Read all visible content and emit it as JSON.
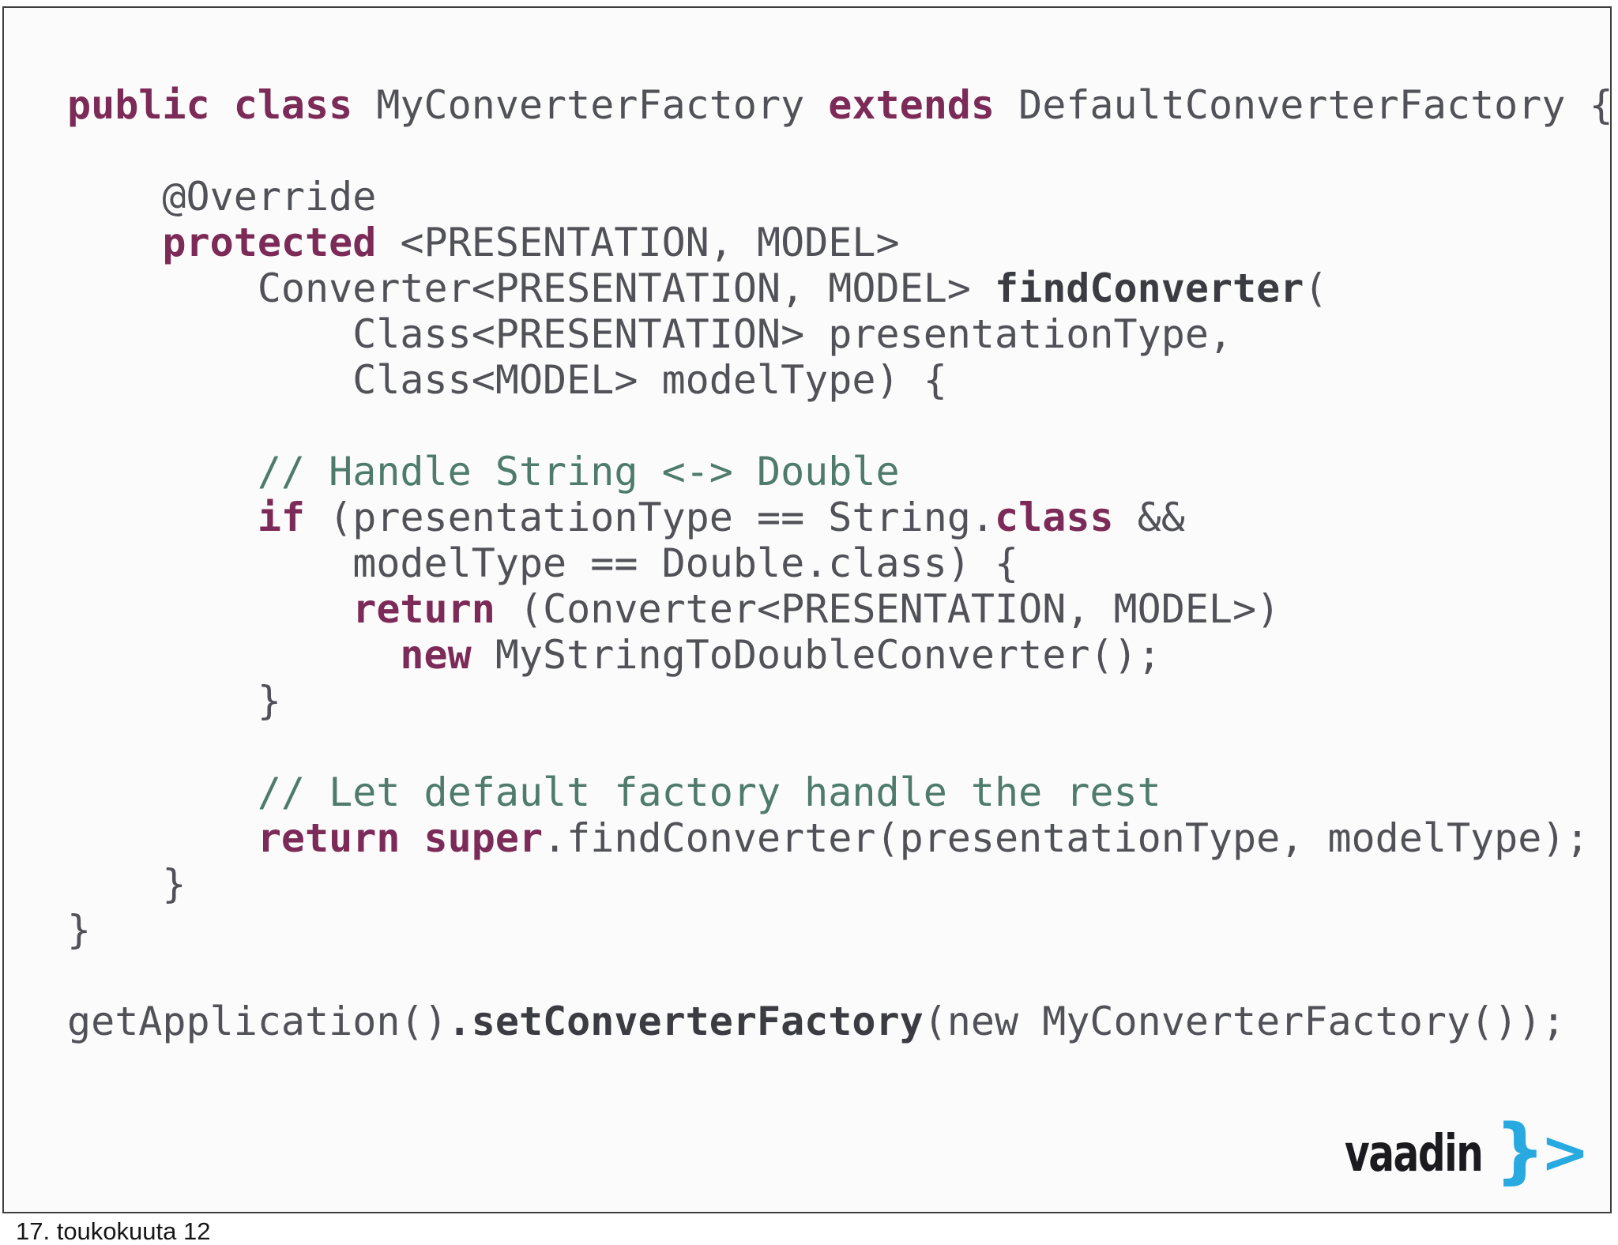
{
  "slide": {
    "code": {
      "lines": [
        {
          "segments": [
            {
              "text": "public class",
              "style": "keyword"
            },
            {
              "text": " MyConverterFactory ",
              "style": "plain"
            },
            {
              "text": "extends",
              "style": "keyword"
            },
            {
              "text": " DefaultConverterFactory {",
              "style": "plain"
            }
          ]
        },
        {
          "segments": []
        },
        {
          "segments": [
            {
              "text": "    @Override",
              "style": "plain"
            }
          ]
        },
        {
          "segments": [
            {
              "text": "    protected",
              "style": "keyword"
            },
            {
              "text": " <PRESENTATION, MODEL>",
              "style": "plain"
            }
          ]
        },
        {
          "segments": [
            {
              "text": "        Converter<PRESENTATION, MODEL> ",
              "style": "plain"
            },
            {
              "text": "findConverter",
              "style": "method"
            },
            {
              "text": "(",
              "style": "plain"
            }
          ]
        },
        {
          "segments": [
            {
              "text": "            Class<PRESENTATION> presentationType,",
              "style": "plain"
            }
          ]
        },
        {
          "segments": [
            {
              "text": "            Class<MODEL> modelType) {",
              "style": "plain"
            }
          ]
        },
        {
          "segments": []
        },
        {
          "segments": [
            {
              "text": "        // Handle String <-> Double",
              "style": "comment"
            }
          ]
        },
        {
          "segments": [
            {
              "text": "        if",
              "style": "keyword"
            },
            {
              "text": " (presentationType == String.",
              "style": "plain"
            },
            {
              "text": "class",
              "style": "keyword"
            },
            {
              "text": " &&",
              "style": "plain"
            }
          ]
        },
        {
          "segments": [
            {
              "text": "            modelType == Double.class) {",
              "style": "plain"
            }
          ]
        },
        {
          "segments": [
            {
              "text": "            return",
              "style": "keyword"
            },
            {
              "text": " (Converter<PRESENTATION, MODEL>)",
              "style": "plain"
            }
          ]
        },
        {
          "segments": [
            {
              "text": "              new",
              "style": "keyword"
            },
            {
              "text": " MyStringToDoubleConverter();",
              "style": "plain"
            }
          ]
        },
        {
          "segments": [
            {
              "text": "        }",
              "style": "plain"
            }
          ]
        },
        {
          "segments": []
        },
        {
          "segments": [
            {
              "text": "        // Let default factory handle the rest",
              "style": "comment"
            }
          ]
        },
        {
          "segments": [
            {
              "text": "        return super",
              "style": "keyword"
            },
            {
              "text": ".findConverter(presentationType, modelType);",
              "style": "plain"
            }
          ]
        },
        {
          "segments": [
            {
              "text": "    }",
              "style": "plain"
            }
          ]
        },
        {
          "segments": [
            {
              "text": "}",
              "style": "plain"
            }
          ]
        },
        {
          "segments": []
        },
        {
          "segments": [
            {
              "text": "getApplication()",
              "style": "plain"
            },
            {
              "text": ".setConverterFactory",
              "style": "method"
            },
            {
              "text": "(new MyConverterFactory());",
              "style": "plain"
            }
          ]
        }
      ]
    },
    "logo": {
      "text": "vaadin",
      "brace": "}",
      "arrow": ">"
    },
    "footer_date": "17. toukokuuta 12"
  },
  "colors": {
    "keyword": "#7c2a57",
    "plain": "#515257",
    "comment": "#4e7b6b",
    "method": "#3b3c41",
    "logo_text": "#1b1a1f",
    "logo_accent": "#28a9e0",
    "slide_border": "#3e3e3e",
    "slide_background": "#fbfbfb",
    "date_text": "#161616"
  }
}
